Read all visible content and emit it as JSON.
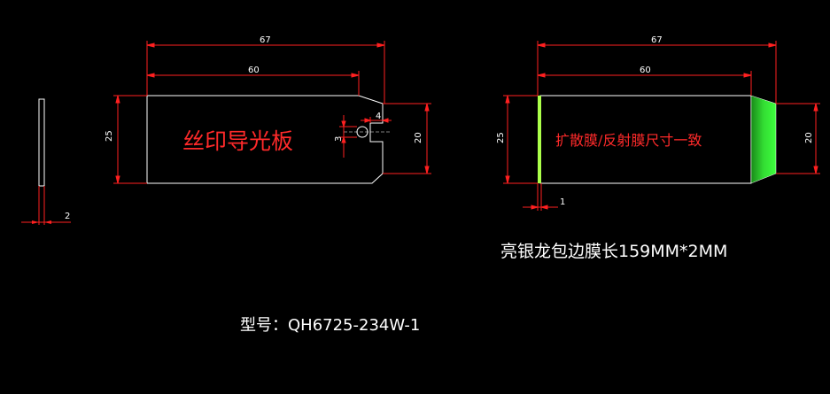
{
  "left_part": {
    "dim_total": "67",
    "dim_body": "60",
    "dim_height": "25",
    "dim_tab_height": "20",
    "dim_notch_depth": "4",
    "dim_notch_width": "3",
    "dim_thickness": "2",
    "label": "丝印导光板"
  },
  "right_part": {
    "dim_total": "67",
    "dim_body": "60",
    "dim_height": "25",
    "dim_tab_height": "20",
    "dim_edge": "1",
    "label": "扩散膜/反射膜尺寸一致",
    "note": "亮银龙包边膜长159MM*2MM"
  },
  "model": {
    "text": "型号：QH6725-234W-1"
  },
  "colors": {
    "background": "#000000",
    "dim_lines": "#ff2020",
    "outline": "#ffffff",
    "label_red": "#ff2a2a",
    "green_gradient_start": "#1a8a1a",
    "green_gradient_end": "#3dff3d",
    "edge_yellow": "#ffff66"
  }
}
